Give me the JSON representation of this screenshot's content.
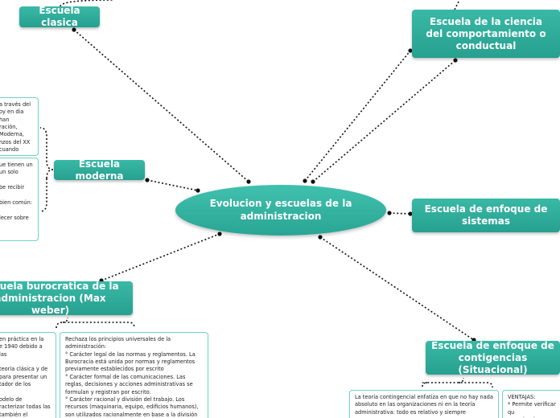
{
  "center": "Evolucion y escuelas de la administracion",
  "nodes": {
    "clasica": "Escuela clasica",
    "comportamiento": "Escuela de la ciencia del comportamiento o conductual",
    "moderna": "Escuela moderna",
    "sistemas": "Escuela de enfoque de sistemas",
    "burocratica": "Escuela burocratica de la administracion (Max weber)",
    "contingencias": "Escuela de enfoque de contigencias (Situacional)"
  },
  "notes": {
    "moderna_1": "a través del\noy en dia han\nración,\nModerna,\nnzos del XX\ncuando",
    "moderna_2": "ue tienen un\nun solo\n\nbe recibir\n\nbien común:\n\nlecer sobre",
    "buro_left": "en práctica en la\ne 1940 debido a las\n\nteoría clásica y de\npara presentar un\ntador de los\n\nodelo de\nracterizar todas las\ntambién el\nes.",
    "buro_right": "Rechaza los principios universales de la administración:\n° Carácter legal de las normas y reglamentos. La Burocracia está unida por normas y reglamentos previamente establecidos por escrito\n° Carácter formal de las comunicaciones. Las reglas, decisiones y acciones administrativas se formulan y registran por escrito.\n° Carácter racional y división del trabajo. Los recursos (maquinaria, equipo, edificios humanos), son utilizados racionalmente en base a la división del",
    "conting_left": "La teoría contingencial enfatiza en que no hay nada absoluto en las organizaciones ni en la teoría administrativa: todo es relativo y siempre",
    "conting_right": "VENTAJAS:\n* Permite verificar qu\norganizaciones es co"
  }
}
